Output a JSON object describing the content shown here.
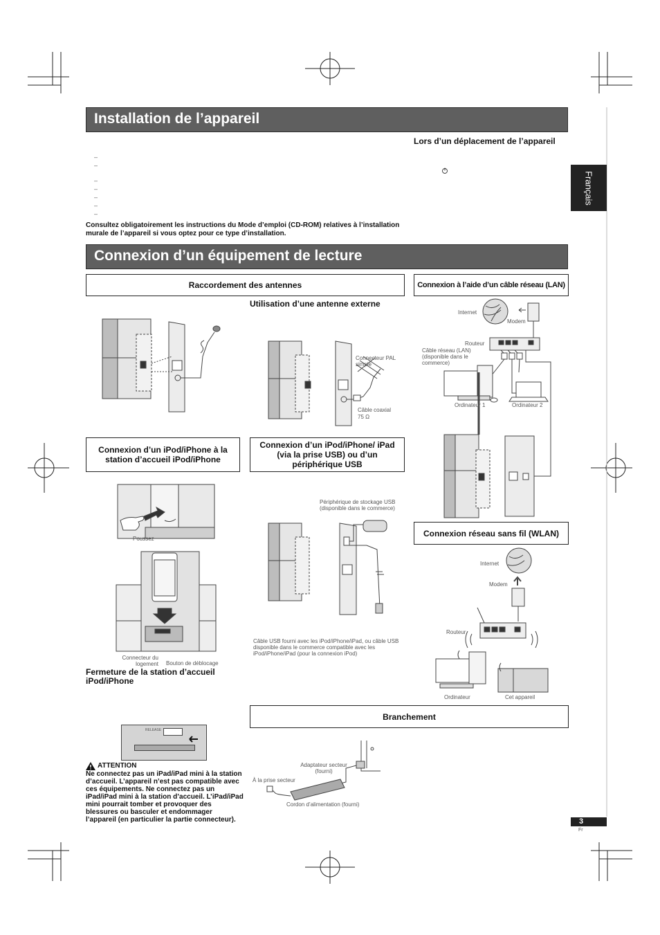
{
  "section1": {
    "title": "Installation de l’appareil",
    "moving_heading": "Lors d’un déplacement de l’appareil",
    "dash_glyph": "–",
    "standby_icon": "power-icon",
    "wall_note": "Consultez obligatoirement les instructions du Mode d’emploi (CD-ROM) relatives à l’installation murale de l’appareil si vous optez pour ce type d’installation."
  },
  "section2": {
    "title": "Connexion d’un équipement de lecture"
  },
  "side_tab": {
    "language": "Français"
  },
  "antennas": {
    "heading": "Raccordement des antennes",
    "external_heading": "Utilisation d’une antenne externe",
    "pal_label": "Connecteur PAL simple",
    "coax_label": "Câble coaxial",
    "coax_value": "75 Ω"
  },
  "lan": {
    "heading": "Connexion à l’aide d’un câble réseau (LAN)",
    "internet": "Internet",
    "modem": "Modem",
    "router": "Routeur",
    "cable_label": "Câble réseau (LAN) (disponible dans le commerce)",
    "computer1": "Ordinateur 1",
    "computer2": "Ordinateur 2"
  },
  "ipod_dock": {
    "heading": "Connexion d’un iPod/iPhone à la station d’accueil iPod/iPhone",
    "push_label": "Poussez",
    "connector_label": "Connecteur du logement",
    "release_label": "Bouton de déblocage",
    "close_heading": "Fermeture de la station d’accueil iPod/iPhone",
    "release_word": "RELEASE"
  },
  "usb": {
    "heading": "Connexion d’un iPod/iPhone/ iPad (via la prise USB) ou d’un périphérique USB",
    "storage_label": "Périphérique de stockage USB (disponible dans le commerce)",
    "cable_label": "Câble USB fourni avec les iPod/iPhone/iPad, ou câble USB disponible dans le commerce compatible avec les iPod/iPhone/iPad (pour la connexion iPod)"
  },
  "wlan": {
    "heading": "Connexion réseau sans fil (WLAN)",
    "internet": "Internet",
    "modem": "Modem",
    "router": "Routeur",
    "computer": "Ordinateur",
    "device": "Cet appareil"
  },
  "power": {
    "heading": "Branchement",
    "adapter_label": "Adaptateur secteur (fourni)",
    "outlet_label": "À la prise secteur",
    "cord_label": "Cordon d’alimentation (fourni)"
  },
  "caution": {
    "icon": "warning-icon",
    "title": "ATTENTION",
    "text": "Ne connectez pas un iPad/iPad mini à la station d’accueil. L’appareil n’est pas compatible avec ces équipements. Ne connectez pas un iPad/iPad mini à la station d’accueil. L’iPad/iPad mini pourrait tomber et provoquer des blessures ou basculer et endommager l’appareil (en particulier la partie connecteur)."
  },
  "page": {
    "number": "3",
    "lang_code": "Fr"
  }
}
